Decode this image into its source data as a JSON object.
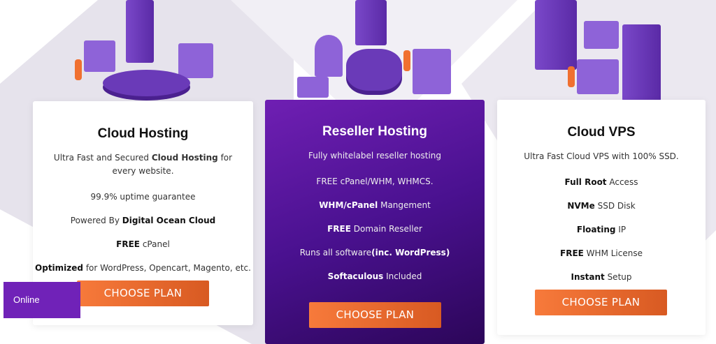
{
  "plans": [
    {
      "title": "Cloud Hosting",
      "desc": [
        {
          "t": "Ultra Fast and Secured ",
          "b": false
        },
        {
          "t": "Cloud Hosting",
          "b": true
        },
        {
          "t": " for every website.",
          "b": false
        }
      ],
      "features": [
        [
          {
            "t": "99.9% uptime guarantee",
            "b": false
          }
        ],
        [
          {
            "t": "Powered By ",
            "b": false
          },
          {
            "t": "Digital Ocean Cloud",
            "b": true
          }
        ],
        [
          {
            "t": "FREE",
            "b": true
          },
          {
            "t": " cPanel",
            "b": false
          }
        ],
        [
          {
            "t": "Optimized",
            "b": true
          },
          {
            "t": " for WordPress, Opencart, Magento, etc.",
            "b": false
          }
        ]
      ],
      "button": "CHOOSE PLAN"
    },
    {
      "title": "Reseller Hosting",
      "desc": [
        {
          "t": "Fully whitelabel reseller hosting",
          "b": false
        }
      ],
      "features": [
        [
          {
            "t": "FREE cPanel/WHM, WHMCS.",
            "b": false
          }
        ],
        [
          {
            "t": "WHM/cPanel",
            "b": true
          },
          {
            "t": " Mangement",
            "b": false
          }
        ],
        [
          {
            "t": "FREE",
            "b": true
          },
          {
            "t": " Domain Reseller",
            "b": false
          }
        ],
        [
          {
            "t": "Runs all software",
            "b": false
          },
          {
            "t": "(inc. WordPress)",
            "b": true
          }
        ],
        [
          {
            "t": "Softaculous",
            "b": true
          },
          {
            "t": " Included",
            "b": false
          }
        ]
      ],
      "button": "CHOOSE PLAN"
    },
    {
      "title": "Cloud VPS",
      "desc": [
        {
          "t": "Ultra Fast Cloud VPS with 100% SSD.",
          "b": false
        }
      ],
      "features": [
        [
          {
            "t": "Full Root",
            "b": true
          },
          {
            "t": " Access",
            "b": false
          }
        ],
        [
          {
            "t": "NVMe",
            "b": true
          },
          {
            "t": " SSD Disk",
            "b": false
          }
        ],
        [
          {
            "t": "Floating",
            "b": true
          },
          {
            "t": " IP",
            "b": false
          }
        ],
        [
          {
            "t": "FREE",
            "b": true
          },
          {
            "t": " WHM License",
            "b": false
          }
        ],
        [
          {
            "t": "Instant",
            "b": true
          },
          {
            "t": " Setup",
            "b": false
          }
        ]
      ],
      "button": "CHOOSE PLAN"
    }
  ],
  "chat": {
    "status": "Online"
  },
  "colors": {
    "accent": "#f77a3b",
    "purple": "#6f1fb3"
  }
}
